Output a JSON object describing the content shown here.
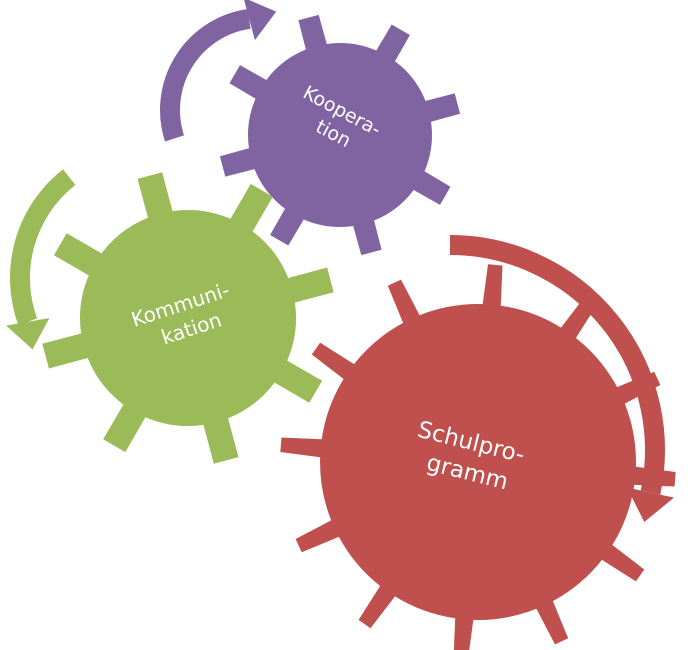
{
  "colors": {
    "cooperation": "#8064a2",
    "communication": "#9bbb59",
    "school_program": "#c0504d",
    "background": "#ffffff"
  },
  "gears": {
    "cooperation": {
      "line1": "Koopera-",
      "line2": "tion"
    },
    "communication": {
      "line1": "Kommuni-",
      "line2": "kation"
    },
    "school_program": {
      "line1": "Schulpro-",
      "line2": "gramm"
    }
  },
  "icons": {
    "cooperation_arrow": "curved-arrow-up-icon",
    "communication_arrow": "curved-arrow-down-icon",
    "school_program_arrow": "curved-arrow-clockwise-icon"
  }
}
